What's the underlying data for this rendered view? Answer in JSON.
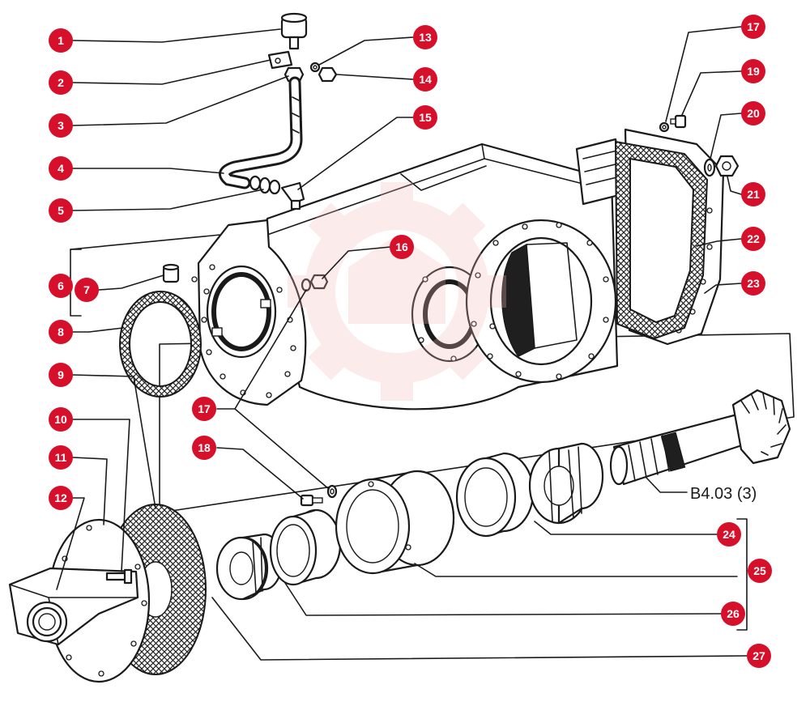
{
  "callouts": [
    "1",
    "2",
    "3",
    "4",
    "5",
    "6",
    "7",
    "8",
    "9",
    "10",
    "11",
    "12",
    "13",
    "14",
    "15",
    "16",
    "17",
    "17",
    "18",
    "19",
    "20",
    "21",
    "22",
    "23",
    "24",
    "25",
    "26",
    "27"
  ],
  "part_reference": "B4.03 (3)",
  "colors": {
    "callout": "#d6102b",
    "line": "#1a1a1a",
    "watermark": "#f2b8b8"
  }
}
